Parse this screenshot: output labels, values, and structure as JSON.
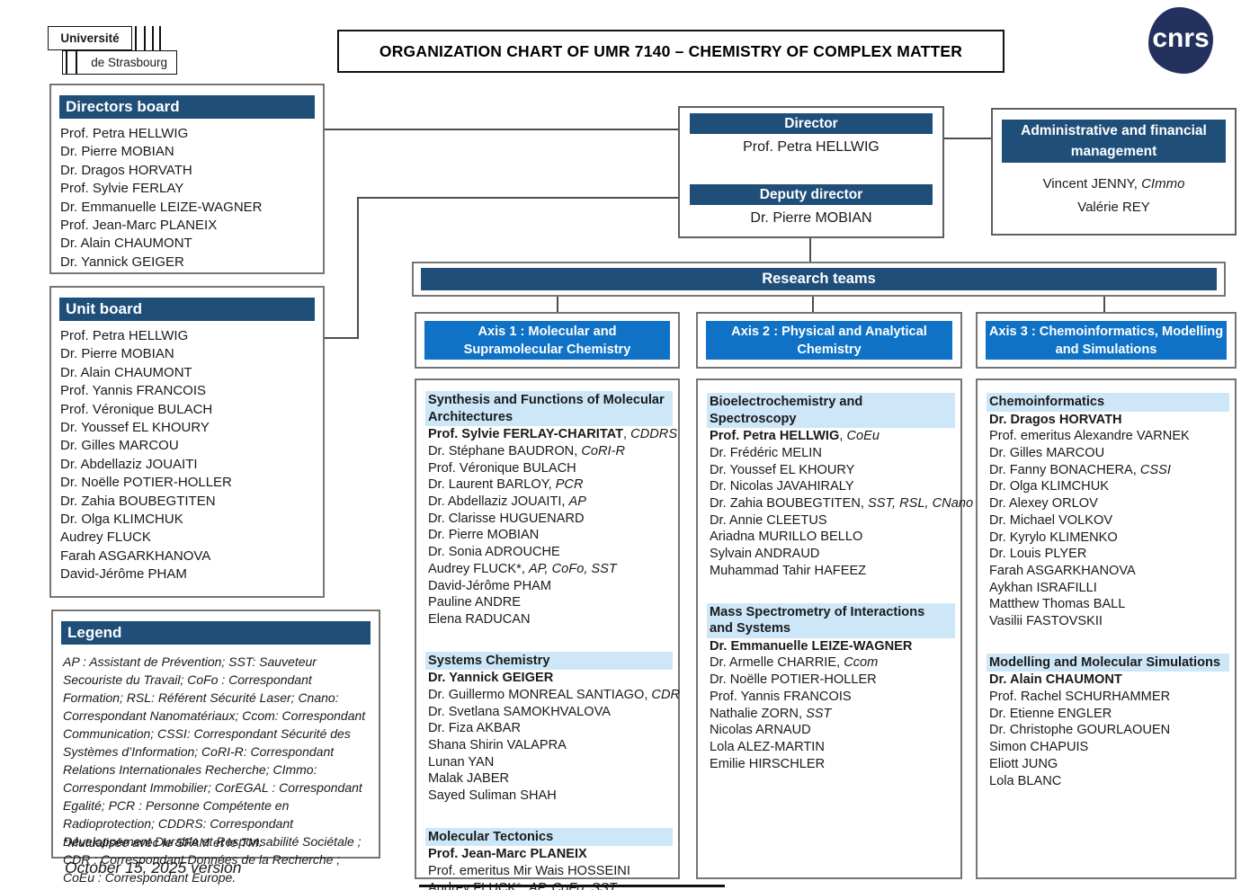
{
  "header": {
    "university_line1": "Université",
    "university_line2": "de Strasbourg",
    "title": "ORGANIZATION CHART OF UMR 7140 – CHEMISTRY OF COMPLEX MATTER",
    "cnrs_logo_text": "cnrs"
  },
  "colors": {
    "navy_header": "#1F4E79",
    "axis_blue": "#0F72C6",
    "team_header_blue": "#CDE7F8",
    "cnrs_navy": "#22315E"
  },
  "directors_board": {
    "title": "Directors board",
    "members": [
      "Prof. Petra HELLWIG",
      "Dr. Pierre MOBIAN",
      "Dr. Dragos HORVATH",
      "Prof. Sylvie FERLAY",
      "Dr. Emmanuelle LEIZE-WAGNER",
      "Prof. Jean-Marc PLANEIX",
      "Dr. Alain CHAUMONT",
      "Dr. Yannick GEIGER"
    ]
  },
  "unit_board": {
    "title": "Unit board",
    "members": [
      "Prof. Petra HELLWIG",
      "Dr. Pierre MOBIAN",
      "Dr. Alain CHAUMONT",
      "Prof. Yannis FRANCOIS",
      "Prof. Véronique BULACH",
      "Dr. Youssef EL KHOURY",
      "Dr. Gilles MARCOU",
      "Dr. Abdellaziz JOUAITI",
      "Dr. Noëlle POTIER-HOLLER",
      "Dr. Zahia BOUBEGTITEN",
      "Dr. Olga KLIMCHUK",
      "Audrey FLUCK",
      "Farah ASGARKHANOVA",
      "David-Jérôme PHAM"
    ]
  },
  "legend": {
    "title": "Legend",
    "text": "AP : Assistant de Prévention; SST: Sauveteur Secouriste du Travail; CoFo : Correspondant Formation; RSL: Référent Sécurité Laser; Cnano: Correspondant Nanomatériaux; Ccom: Correspondant Communication; CSSI: Correspondant Sécurité des Systèmes d’Information; CoRI-R: Correspondant Relations Internationales Recherche; CImmo: Correspondant Immobilier; CorEGAL : Correspondant Egalité; PCR : Personne Compétente en Radioprotection; CDDRS: Correspondant Développement Durable et Responsabilité Sociétale ; CDR : Correspondant Données de la Recherche ; CoEu : Correspondant Europe.",
    "footnote": "*Mutualisée avec le SFAM et le TM.",
    "version": "October 15, 2025 version"
  },
  "direction": {
    "director_label": "Director",
    "director_name": "Prof. Petra HELLWIG",
    "deputy_label": "Deputy director",
    "deputy_name": "Dr. Pierre MOBIAN"
  },
  "admin": {
    "title": "Administrative and financial management",
    "members": [
      {
        "name": "Vincent JENNY",
        "role": "CImmo"
      },
      {
        "name": "Valérie REY"
      }
    ]
  },
  "research_teams": {
    "title": "Research teams"
  },
  "axes": [
    {
      "title": "Axis 1 : Molecular and Supramolecular Chemistry",
      "teams": [
        {
          "title": "Synthesis and Functions of Molecular Architectures",
          "members": [
            {
              "name": "Prof. Sylvie FERLAY-CHARITAT",
              "role": "CDDRS",
              "bold": true
            },
            {
              "name": "Dr. Stéphane BAUDRON",
              "role": "CoRI-R"
            },
            {
              "name": "Prof. Véronique BULACH"
            },
            {
              "name": "Dr. Laurent BARLOY",
              "role": "PCR"
            },
            {
              "name": "Dr. Abdellaziz JOUAITI",
              "role": "AP"
            },
            {
              "name": "Dr. Clarisse HUGUENARD"
            },
            {
              "name": "Dr. Pierre MOBIAN"
            },
            {
              "name": "Dr. Sonia ADROUCHE"
            },
            {
              "name": "Audrey FLUCK*",
              "role": "AP, CoFo, SST"
            },
            {
              "name": "David-Jérôme PHAM"
            },
            {
              "name": "Pauline ANDRE"
            },
            {
              "name": "Elena RADUCAN"
            }
          ]
        },
        {
          "title": "Systems Chemistry",
          "members": [
            {
              "name": "Dr. Yannick GEIGER",
              "bold": true
            },
            {
              "name": "Dr. Guillermo MONREAL SANTIAGO",
              "role": "CDR"
            },
            {
              "name": "Dr. Svetlana SAMOKHVALOVA"
            },
            {
              "name": "Dr. Fiza AKBAR"
            },
            {
              "name": "Shana Shirin VALAPRA"
            },
            {
              "name": "Lunan YAN"
            },
            {
              "name": "Malak JABER"
            },
            {
              "name": "Sayed Suliman SHAH"
            }
          ]
        },
        {
          "title": "Molecular Tectonics",
          "members": [
            {
              "name": "Prof. Jean-Marc PLANEIX",
              "bold": true
            },
            {
              "name": "Prof. emeritus Mir Wais HOSSEINI"
            },
            {
              "name": "Audrey FLUCK*",
              "role": "AP, CoFo, SST"
            }
          ]
        }
      ]
    },
    {
      "title": "Axis 2 : Physical and Analytical Chemistry",
      "teams": [
        {
          "title": "Bioelectrochemistry and Spectroscopy",
          "members": [
            {
              "name": "Prof. Petra HELLWIG",
              "role": "CoEu",
              "bold": true
            },
            {
              "name": "Dr. Frédéric MELIN"
            },
            {
              "name": "Dr. Youssef EL KHOURY"
            },
            {
              "name": "Dr. Nicolas JAVAHIRALY"
            },
            {
              "name": "Dr. Zahia BOUBEGTITEN",
              "role": "SST, RSL, CNano"
            },
            {
              "name": "Dr. Annie CLEETUS"
            },
            {
              "name": "Ariadna MURILLO BELLO"
            },
            {
              "name": "Sylvain ANDRAUD"
            },
            {
              "name": "Muhammad Tahir HAFEEZ"
            }
          ]
        },
        {
          "title": "Mass Spectrometry of Interactions and Systems",
          "members": [
            {
              "name": "Dr. Emmanuelle LEIZE-WAGNER",
              "bold": true
            },
            {
              "name": "Dr. Armelle CHARRIE",
              "role": "Ccom"
            },
            {
              "name": "Dr. Noëlle POTIER-HOLLER"
            },
            {
              "name": "Prof. Yannis FRANCOIS"
            },
            {
              "name": "Nathalie ZORN",
              "role": "SST"
            },
            {
              "name": "Nicolas ARNAUD"
            },
            {
              "name": "Lola ALEZ-MARTIN"
            },
            {
              "name": "Emilie HIRSCHLER"
            }
          ]
        }
      ]
    },
    {
      "title": "Axis 3 : Chemoinformatics, Modelling and Simulations",
      "teams": [
        {
          "title": "Chemoinformatics",
          "members": [
            {
              "name": "Dr. Dragos HORVATH",
              "bold": true
            },
            {
              "name": "Prof. emeritus Alexandre VARNEK"
            },
            {
              "name": "Dr. Gilles MARCOU"
            },
            {
              "name": "Dr. Fanny BONACHERA",
              "role": "CSSI"
            },
            {
              "name": "Dr. Olga KLIMCHUK"
            },
            {
              "name": "Dr. Alexey ORLOV"
            },
            {
              "name": "Dr. Michael VOLKOV"
            },
            {
              "name": "Dr. Kyrylo KLIMENKO"
            },
            {
              "name": "Dr. Louis PLYER"
            },
            {
              "name": "Farah ASGARKHANOVA"
            },
            {
              "name": "Aykhan ISRAFILLI"
            },
            {
              "name": "Matthew Thomas BALL"
            },
            {
              "name": "Vasilii FASTOVSKII"
            }
          ]
        },
        {
          "title": "Modelling and Molecular Simulations",
          "members": [
            {
              "name": "Dr. Alain CHAUMONT",
              "bold": true
            },
            {
              "name": "Prof. Rachel SCHURHAMMER"
            },
            {
              "name": "Dr. Etienne ENGLER"
            },
            {
              "name": "Dr. Christophe GOURLAOUEN"
            },
            {
              "name": "Simon CHAPUIS"
            },
            {
              "name": "Eliott JUNG"
            },
            {
              "name": "Lola BLANC"
            }
          ]
        }
      ]
    }
  ]
}
